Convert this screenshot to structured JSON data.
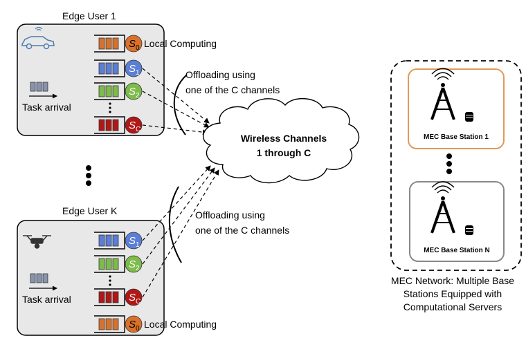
{
  "edge_user_1": {
    "title": "Edge User 1",
    "local_server": "S",
    "local_server_sub": "0",
    "local_computing": "Local Computing",
    "task_arrival": "Task arrival",
    "channel_servers": [
      {
        "base": "S",
        "sub": "1",
        "color": "#5b7fd6"
      },
      {
        "base": "S",
        "sub": "2",
        "color": "#7dbb4a"
      },
      {
        "base": "S",
        "sub": "C",
        "color": "#b01818"
      }
    ],
    "offloading_line1": "Offloading using",
    "offloading_line2": "one of the C channels"
  },
  "edge_user_k": {
    "title": "Edge User K",
    "local_server": "S",
    "local_server_sub": "0",
    "local_computing": "Local Computing",
    "task_arrival": "Task arrival",
    "channel_servers": [
      {
        "base": "S",
        "sub": "1",
        "color": "#5b7fd6"
      },
      {
        "base": "S",
        "sub": "2",
        "color": "#7dbb4a"
      },
      {
        "base": "S",
        "sub": "C",
        "color": "#b01818"
      }
    ],
    "offloading_line1": "Offloading using",
    "offloading_line2": "one of the C channels"
  },
  "cloud": {
    "line1": "Wireless Channels",
    "line2": "1 through C"
  },
  "mec": {
    "station_1": "MEC Base Station 1",
    "station_n": "MEC Base Station N",
    "caption_line1": "MEC Network: Multiple Base",
    "caption_line2": "Stations Equipped with",
    "caption_line3": "Computational Servers"
  },
  "colors": {
    "local": "#d9712b",
    "channel_1": "#5b7fd6",
    "channel_2": "#7dbb4a",
    "channel_c": "#b01818",
    "user_box": "#e8e8e8",
    "station_1_border": "#e09a5a",
    "station_n_border": "#888888",
    "task_grey": "#8794ad"
  },
  "icons": [
    "car-icon",
    "drone-icon",
    "tower-icon",
    "server-icon"
  ]
}
